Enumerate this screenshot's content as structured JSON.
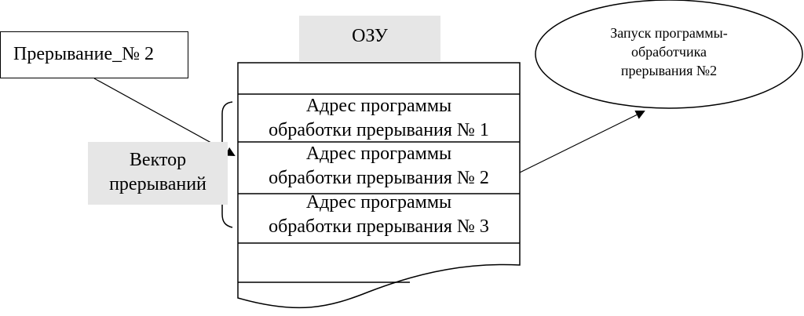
{
  "interrupt": {
    "label": "Прерывание_№ 2"
  },
  "memory": {
    "title": "ОЗУ",
    "cells": [
      {
        "line1": "Адрес программы",
        "line2": "обработки прерывания № 1"
      },
      {
        "line1": "Адрес программы",
        "line2": "обработки прерывания № 2"
      },
      {
        "line1": "Адрес программы",
        "line2": "обработки прерывания № 3"
      }
    ]
  },
  "vector": {
    "line1": "Вектор",
    "line2": "прерываний"
  },
  "handler": {
    "line1": "Запуск программы-",
    "line2": "обработчика",
    "line3": "прерывания №2"
  },
  "colors": {
    "label_bg": "#e6e6e6",
    "stroke": "#000000",
    "background": "#ffffff"
  }
}
